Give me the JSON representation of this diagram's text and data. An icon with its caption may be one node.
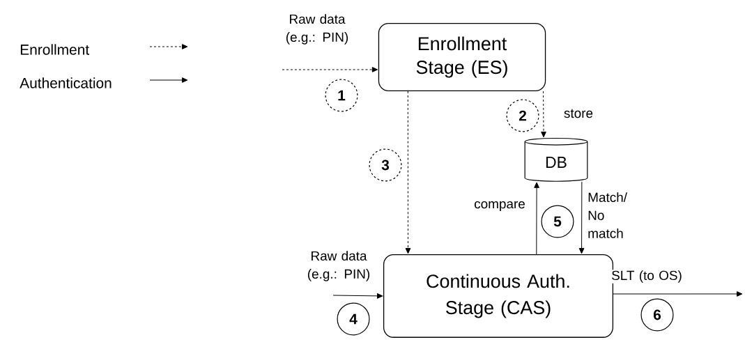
{
  "diagram": {
    "nodes": [
      {
        "text": [
          "Enrollment Stage (ES)"
        ]
      },
      {
        "text": [
          "DB"
        ]
      },
      {
        "text": [
          "Continuous Auth. Stage (CAS)"
        ]
      },
      {
        "text": [
          "1"
        ]
      },
      {
        "text": [
          "2"
        ]
      },
      {
        "text": [
          "3"
        ]
      },
      {
        "text": [
          "4"
        ]
      },
      {
        "text": [
          "5"
        ]
      },
      {
        "text": [
          "6"
        ]
      }
    ],
    "edges": [
      {
        "from": null,
        "to": 0,
        "arrow": "to",
        "style": "dashed",
        "label": "Raw data (e.g.: PIN)"
      },
      {
        "from": 0,
        "to": 1,
        "arrow": "to",
        "style": "dashed",
        "label": "store"
      },
      {
        "from": 0,
        "to": 2,
        "arrow": "to",
        "style": "dashed"
      },
      {
        "from": 2,
        "to": 1,
        "arrow": "to",
        "label": "compare"
      },
      {
        "from": 1,
        "to": 2,
        "arrow": "to",
        "label": "Match/ No match"
      },
      {
        "from": null,
        "to": 2,
        "arrow": "to",
        "label": "Raw data (e.g.: PIN)"
      },
      {
        "from": 2,
        "to": null,
        "arrow": "to",
        "label": "SLT (to OS)"
      }
    ],
    "legend": [
      {
        "text": "Enrollment"
      },
      {
        "text": "Authentication"
      }
    ]
  }
}
